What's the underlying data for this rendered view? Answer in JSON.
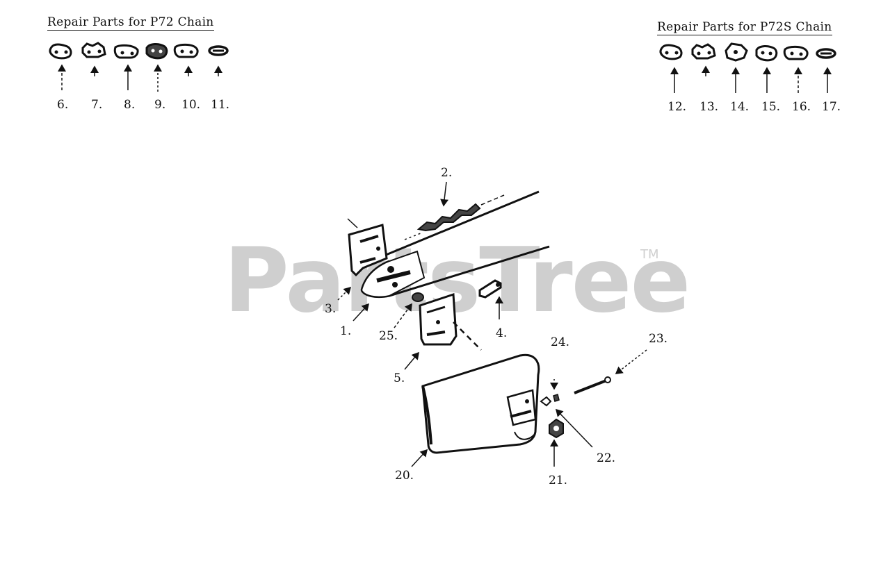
{
  "headings": {
    "p72": "Repair Parts for P72 Chain",
    "p72s": "Repair Parts for P72S Chain"
  },
  "watermark": {
    "text": "PartsTree",
    "trademark": "TM"
  },
  "callouts": {
    "c1": "1.",
    "c2": "2.",
    "c3": "3.",
    "c4": "4.",
    "c5": "5.",
    "c6": "6.",
    "c7": "7.",
    "c8": "8.",
    "c9": "9.",
    "c10": "10.",
    "c11": "11.",
    "c12": "12.",
    "c13": "13.",
    "c14": "14.",
    "c15": "15.",
    "c16": "16.",
    "c17": "17.",
    "c20": "20.",
    "c21": "21.",
    "c22": "22.",
    "c23": "23.",
    "c24": "24.",
    "c25": "25."
  }
}
